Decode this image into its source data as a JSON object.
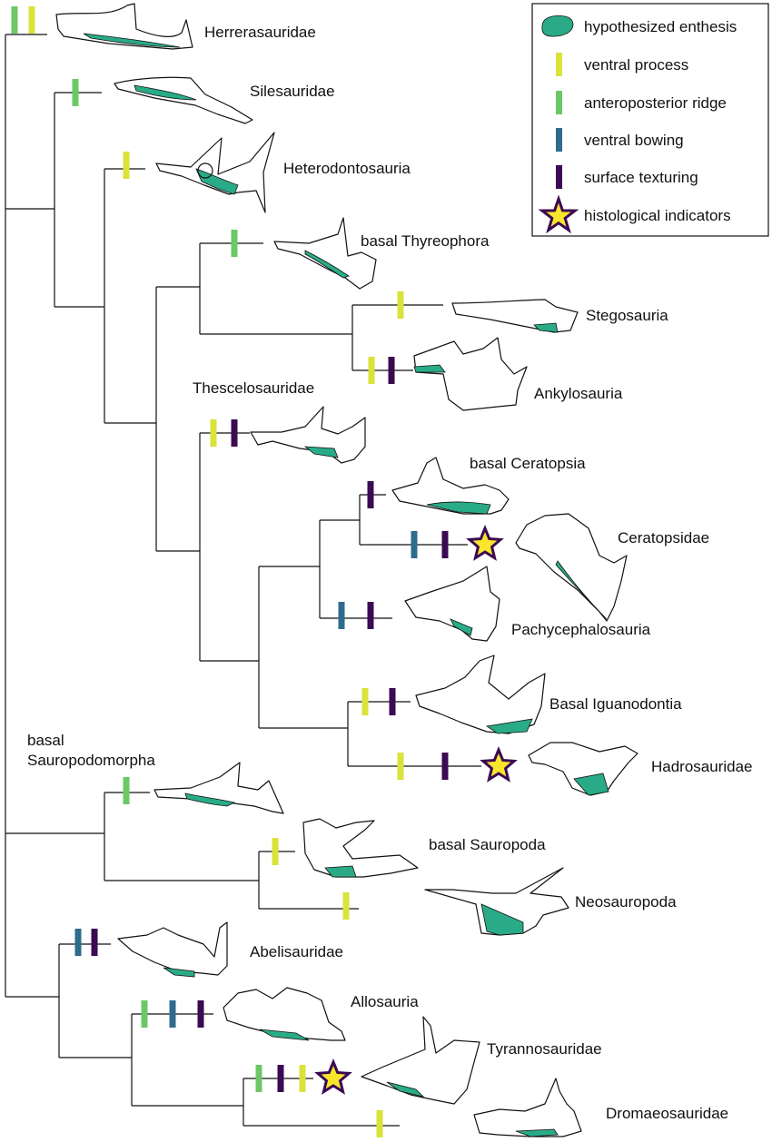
{
  "colors": {
    "enthesis": "#2aab88",
    "ventral_process": "#d9e33a",
    "anteroposterior_ridge": "#6cc866",
    "ventral_bowing": "#2f6b8c",
    "surface_texturing": "#3b0a53",
    "star_fill": "#f7e62c",
    "star_stroke": "#3b0a53"
  },
  "legend": {
    "items": [
      {
        "key": "enthesis",
        "label": "hypothesized enthesis",
        "icon": "enthesis-blob-icon"
      },
      {
        "key": "ventral_process",
        "label": "ventral process",
        "icon": "yellow-bar-icon"
      },
      {
        "key": "anteroposterior_ridge",
        "label": "anteroposterior ridge",
        "icon": "green-bar-icon"
      },
      {
        "key": "ventral_bowing",
        "label": "ventral bowing",
        "icon": "blue-bar-icon"
      },
      {
        "key": "surface_texturing",
        "label": "surface texturing",
        "icon": "purple-bar-icon"
      },
      {
        "key": "histological",
        "label": "histological indicators",
        "icon": "star-icon"
      }
    ]
  },
  "taxa": [
    {
      "id": "herrerasauridae",
      "label": "Herrerasauridae",
      "markers": [
        "anteroposterior_ridge",
        "ventral_process"
      ]
    },
    {
      "id": "silesauridae",
      "label": "Silesauridae",
      "markers": [
        "anteroposterior_ridge"
      ]
    },
    {
      "id": "heterodontosauria",
      "label": "Heterodontosauria",
      "markers": [
        "ventral_process"
      ]
    },
    {
      "id": "basal-thyreophora",
      "label": "basal Thyreophora",
      "markers": [
        "anteroposterior_ridge"
      ]
    },
    {
      "id": "stegosauria",
      "label": "Stegosauria",
      "markers": [
        "ventral_process"
      ]
    },
    {
      "id": "ankylosauria",
      "label": "Ankylosauria",
      "markers": [
        "ventral_process",
        "surface_texturing"
      ]
    },
    {
      "id": "thescelosauridae",
      "label": "Thescelosauridae",
      "markers": [
        "ventral_process",
        "surface_texturing"
      ]
    },
    {
      "id": "basal-ceratopsia",
      "label": "basal Ceratopsia",
      "markers": [
        "surface_texturing"
      ]
    },
    {
      "id": "ceratopsidae",
      "label": "Ceratopsidae",
      "markers": [
        "ventral_bowing",
        "surface_texturing",
        "histological"
      ]
    },
    {
      "id": "pachycephalosauria",
      "label": "Pachycephalosauria",
      "markers": [
        "ventral_bowing",
        "surface_texturing"
      ]
    },
    {
      "id": "basal-iguanodontia",
      "label": "Basal Iguanodontia",
      "markers": [
        "ventral_process",
        "surface_texturing"
      ]
    },
    {
      "id": "hadrosauridae",
      "label": "Hadrosauridae",
      "markers": [
        "ventral_process",
        "surface_texturing",
        "histological"
      ]
    },
    {
      "id": "basal-sauropodomorpha",
      "label": "basal Sauropodomorpha",
      "markers": [
        "anteroposterior_ridge"
      ]
    },
    {
      "id": "basal-sauropoda",
      "label": "basal Sauropoda",
      "markers": [
        "ventral_process"
      ]
    },
    {
      "id": "neosauropoda",
      "label": "Neosauropoda",
      "markers": [
        "ventral_process"
      ]
    },
    {
      "id": "abelisauridae",
      "label": "Abelisauridae",
      "markers": [
        "ventral_bowing",
        "surface_texturing"
      ]
    },
    {
      "id": "allosauria",
      "label": "Allosauria",
      "markers": [
        "anteroposterior_ridge",
        "ventral_bowing",
        "surface_texturing"
      ]
    },
    {
      "id": "tyrannosauridae",
      "label": "Tyrannosauridae",
      "markers": [
        "anteroposterior_ridge",
        "surface_texturing",
        "ventral_process",
        "histological"
      ]
    },
    {
      "id": "dromaeosauridae",
      "label": "Dromaeosauridae",
      "markers": [
        "ventral_process"
      ]
    }
  ]
}
